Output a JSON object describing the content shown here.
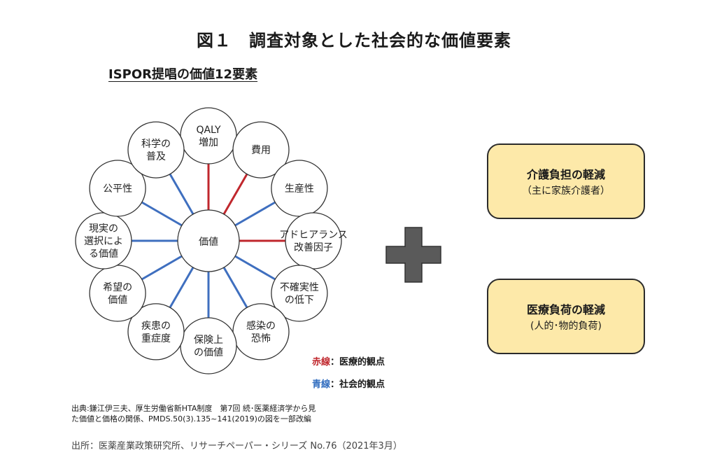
{
  "title": "図１　調査対象とした社会的な価値要素",
  "subtitle": "ISPOR提唱の価値12要素",
  "center": "価値",
  "nodes": [
    {
      "lines": [
        "QALY",
        "増加"
      ],
      "color": "red"
    },
    {
      "lines": [
        "費用"
      ],
      "color": "red"
    },
    {
      "lines": [
        "生産性"
      ],
      "color": "blue"
    },
    {
      "lines": [
        "アドヒアランス",
        "改善因子"
      ],
      "color": "red"
    },
    {
      "lines": [
        "不確実性",
        "の低下"
      ],
      "color": "blue"
    },
    {
      "lines": [
        "感染の",
        "恐怖"
      ],
      "color": "blue"
    },
    {
      "lines": [
        "保険上",
        "の価値"
      ],
      "color": "blue"
    },
    {
      "lines": [
        "疾患の",
        "重症度"
      ],
      "color": "blue"
    },
    {
      "lines": [
        "希望の",
        "価値"
      ],
      "color": "blue"
    },
    {
      "lines": [
        "現実の",
        "選択によ",
        "る価値"
      ],
      "color": "blue"
    },
    {
      "lines": [
        "公平性"
      ],
      "color": "blue"
    },
    {
      "lines": [
        "科学の",
        "普及"
      ],
      "color": "blue"
    }
  ],
  "legend": {
    "red_key": "赤線",
    "red_text": "：医療的観点",
    "blue_key": "青線",
    "blue_text": "：社会的観点"
  },
  "boxes": [
    {
      "title": "介護負担の軽減",
      "sub": "（主に家族介護者）"
    },
    {
      "title": "医療負荷の軽減",
      "sub": "(人的･物的負荷)"
    }
  ],
  "note": [
    "出典:鎌江伊三夫、厚生労働省新HTA制度　第7回 続･医薬経済学から見",
    "た価値と価格の関係、PMDS.50(3).135~141(2019)の図を一部改編"
  ],
  "source": "出所：医薬産業政策研究所、リサーチペーパー・シリーズ No.76（2021年3月）",
  "colors": {
    "red": "#c0272d",
    "blue": "#3f6fbf",
    "box_fill": "#fde9a9",
    "plus": "#5a5a5a"
  }
}
